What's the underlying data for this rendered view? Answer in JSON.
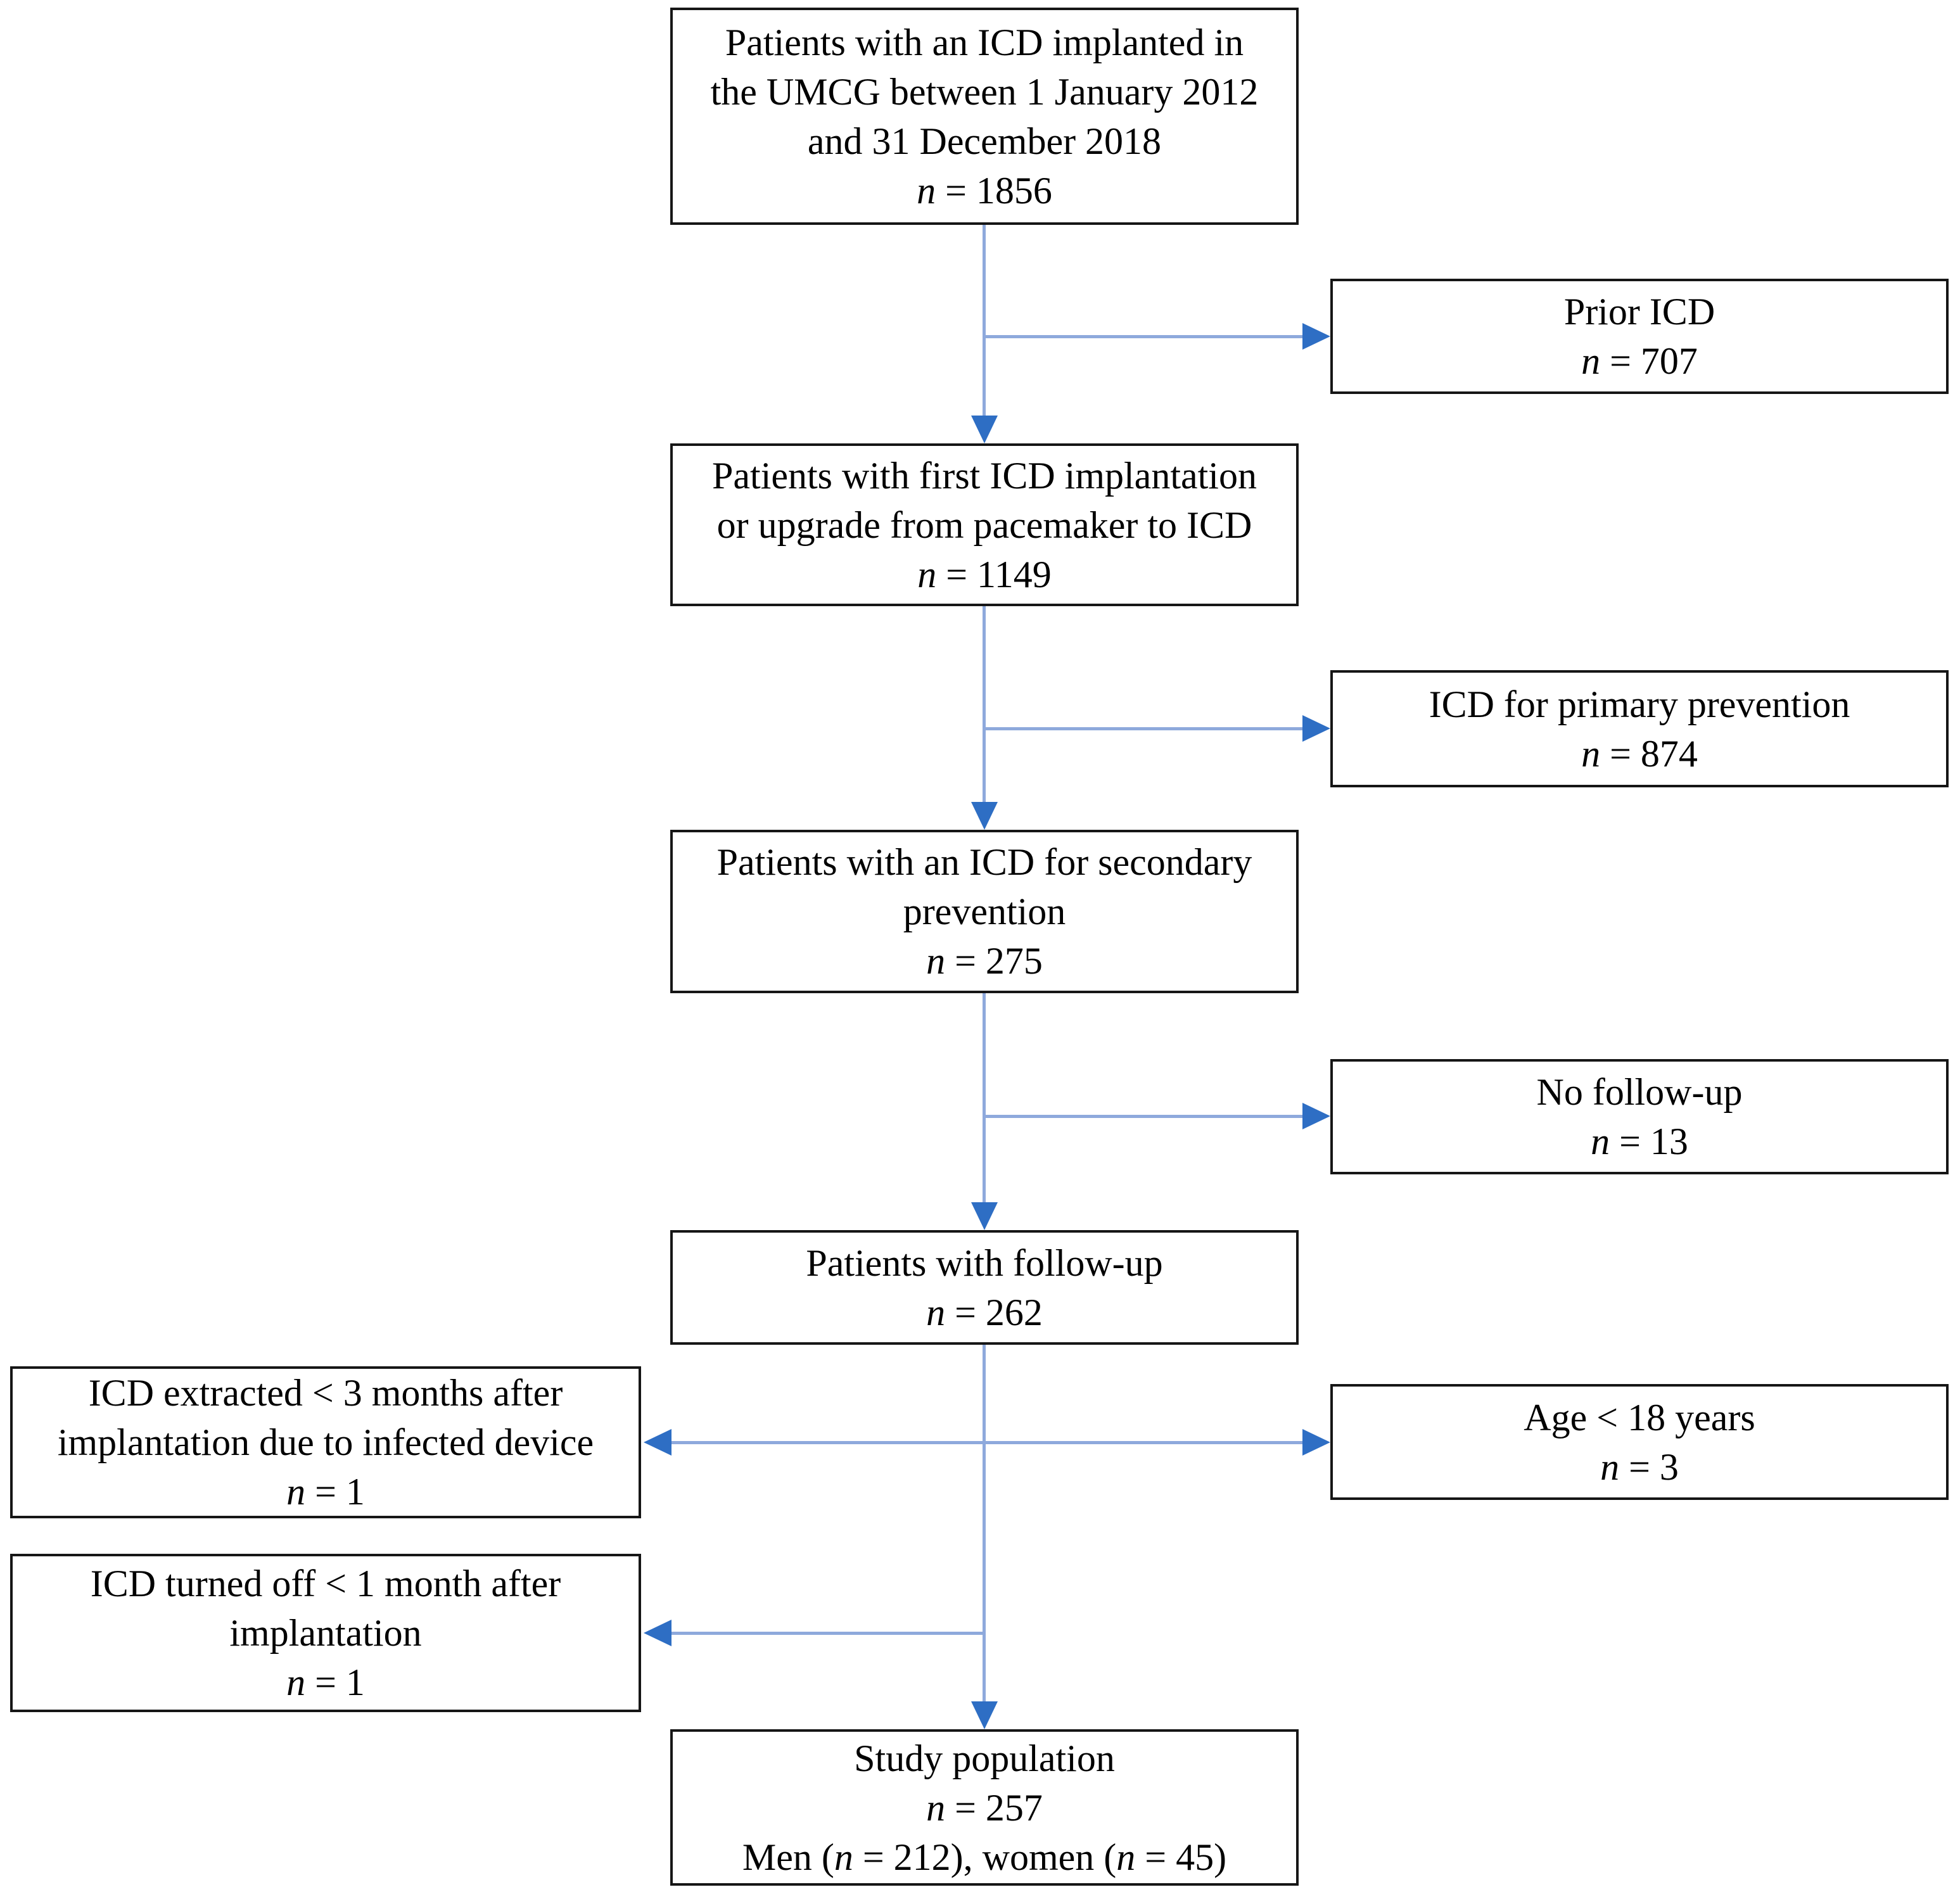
{
  "figure": {
    "type": "patient-flow-diagram",
    "colors": {
      "background": "#ffffff",
      "box_border": "#161616",
      "text": "#000000",
      "arrow_line": "#8ea9dc",
      "arrow_head": "#2e6ec4"
    }
  },
  "nodes": {
    "icd_implanted": {
      "lines": [
        "Patients with an ICD implanted in",
        "the UMCG between 1 January 2012",
        "and 31 December 2018"
      ],
      "n_var": "n",
      "n_rest": " = 1856"
    },
    "prior_icd": {
      "lines": [
        "Prior ICD"
      ],
      "n_var": "n",
      "n_rest": " = 707"
    },
    "first_implantation": {
      "lines": [
        "Patients with first ICD implantation",
        "or upgrade from pacemaker to ICD"
      ],
      "n_var": "n",
      "n_rest": " = 1149"
    },
    "primary_prevention": {
      "lines": [
        "ICD for primary prevention"
      ],
      "n_var": "n",
      "n_rest": " = 874"
    },
    "secondary_prevention": {
      "lines": [
        "Patients with an ICD for secondary",
        "prevention"
      ],
      "n_var": "n",
      "n_rest": " = 275"
    },
    "no_follow_up": {
      "lines": [
        "No follow-up"
      ],
      "n_var": "n",
      "n_rest": " = 13"
    },
    "with_follow_up": {
      "lines": [
        "Patients with follow-up"
      ],
      "n_var": "n",
      "n_rest": " = 262"
    },
    "icd_extracted": {
      "lines": [
        "ICD extracted < 3 months after",
        "implantation due to infected device"
      ],
      "n_var": "n",
      "n_rest": " = 1"
    },
    "age_under_18": {
      "lines": [
        "Age < 18 years"
      ],
      "n_var": "n",
      "n_rest": " = 3"
    },
    "icd_turned_off": {
      "lines": [
        "ICD turned off < 1 month after",
        "implantation"
      ],
      "n_var": "n",
      "n_rest": " = 1"
    },
    "study_population": {
      "lines": [
        "Study population"
      ],
      "n_var": "n",
      "n_rest": " = 257",
      "detail": [
        {
          "t": "Men ("
        },
        {
          "t": "n"
        },
        {
          "t": " = 212), women ("
        },
        {
          "t": "n"
        },
        {
          "t": " = 45)"
        }
      ]
    }
  },
  "edges": [
    {
      "from": "icd_implanted",
      "to": "first_implantation",
      "kind": "flow"
    },
    {
      "from": "icd_implanted",
      "to": "prior_icd",
      "kind": "exclusion"
    },
    {
      "from": "first_implantation",
      "to": "secondary_prevention",
      "kind": "flow"
    },
    {
      "from": "first_implantation",
      "to": "primary_prevention",
      "kind": "exclusion"
    },
    {
      "from": "secondary_prevention",
      "to": "with_follow_up",
      "kind": "flow"
    },
    {
      "from": "secondary_prevention",
      "to": "no_follow_up",
      "kind": "exclusion"
    },
    {
      "from": "with_follow_up",
      "to": "study_population",
      "kind": "flow"
    },
    {
      "from": "with_follow_up",
      "to": "icd_extracted",
      "kind": "exclusion"
    },
    {
      "from": "with_follow_up",
      "to": "age_under_18",
      "kind": "exclusion"
    },
    {
      "from": "with_follow_up",
      "to": "icd_turned_off",
      "kind": "exclusion"
    }
  ]
}
